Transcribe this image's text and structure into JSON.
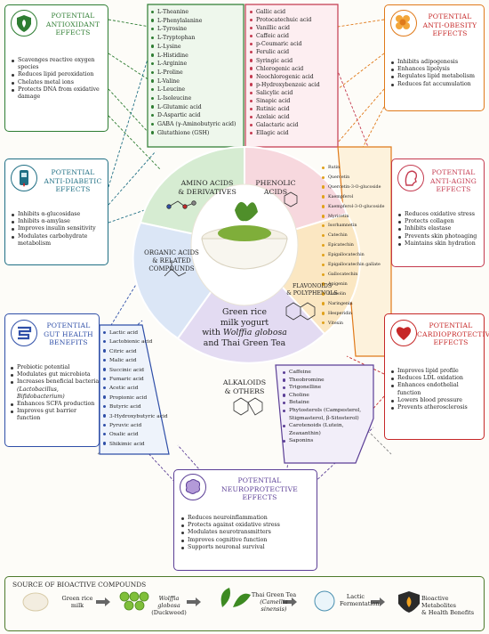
{
  "antioxidant": {
    "title": [
      "POTENTIAL",
      "ANTIOXIDANT",
      "EFFECTS"
    ],
    "items": [
      "Scavenges reactive oxygen species",
      "Reduces lipid peroxidation",
      "Chelates metal ions",
      "Protects DNA from oxidative damage"
    ]
  },
  "antidiabetic": {
    "title": [
      "POTENTIAL",
      "ANTI-DIABETIC",
      "EFFECTS"
    ],
    "items": [
      "Inhibits α-glucosidase",
      "Inhibits α-amylase",
      "Improves insulin sensitivity",
      "Modulates carbohydrate metabolism"
    ]
  },
  "guthealth": {
    "title": [
      "POTENTIAL",
      "GUT HEALTH",
      "BENEFITS"
    ],
    "items": [
      "Prebiotic potential",
      "Modulates gut microbiota",
      "Increases beneficial bacteria",
      "(Lactobacillus, Bifidobacterium)",
      "Enhances SCFA production",
      "Improves gut barrier function"
    ]
  },
  "antiobesity": {
    "title": [
      "POTENTIAL",
      "ANTI-OBESITY",
      "EFFECTS"
    ],
    "items": [
      "Inhibits adipogenesis",
      "Enhances lipolysis",
      "Regulates lipid metabolism",
      "Reduces fat accumulation"
    ]
  },
  "antiaging": {
    "title": [
      "POTENTIAL",
      "ANTI-AGING",
      "EFFECTS"
    ],
    "items": [
      "Reduces oxidative stress",
      "Protects collagen",
      "Inhibits elastase",
      "Prevents skin photoaging",
      "Maintains skin hydration"
    ]
  },
  "cardio": {
    "title": [
      "POTENTIAL",
      "CARDIOPROTECTIVE",
      "EFFECTS"
    ],
    "items": [
      "Improves lipid profile",
      "Reduces LDL oxidation",
      "Enhances endothelial function",
      "Lowers blood pressure",
      "Prevents atherosclerosis"
    ]
  },
  "neuro": {
    "title": [
      "POTENTIAL",
      "NEUROPROTECTIVE",
      "EFFECTS"
    ],
    "items": [
      "Reduces neuroinflammation",
      "Protects against oxidative stress",
      "Modulates neurotransmitters",
      "Improves cognitive function",
      "Supports neuronal survival"
    ]
  },
  "amino_acids": [
    "L-Theanine",
    "L-Phenylalanine",
    "L-Tyrosine",
    "L-Tryptophan",
    "L-Lysine",
    "L-Histidine",
    "L-Arginine",
    "L-Proline",
    "L-Valine",
    "L-Leucine",
    "L-Isoleucine",
    "L-Glutamic acid",
    "D-Aspartic acid",
    "GABA (γ-Aminobutyric acid)",
    "Glutathione (GSH)"
  ],
  "phenolic_acids": [
    "Gallic acid",
    "Protocatechuic acid",
    "Vanillic acid",
    "Caffeic acid",
    "p-Coumaric acid",
    "Ferulic acid",
    "Syringic acid",
    "Chlorogenic acid",
    "Neochlorogenic acid",
    "p-Hydroxybenzoic acid",
    "Salicylic acid",
    "Sinapic acid",
    "Rutinic acid",
    "Azelaic acid",
    "Galactaric acid",
    "Ellagic acid"
  ],
  "flavonoids": [
    "Rutin",
    "Quercetin",
    "Quercetin-3-O-glucoside",
    "Kaempferol",
    "Kaempferol-3-O-glucoside",
    "Myricetin",
    "Isorhamnetin",
    "Catechin",
    "Epicatechin",
    "Epigallocatechin",
    "Epigallocatechin gallate",
    "Gallocatechin",
    "Apigenin",
    "Luteolin",
    "Naringenin",
    "Hesperidin",
    "Vitexin"
  ],
  "organic_acids": [
    "Lactic acid",
    "Lactobionic acid",
    "Citric acid",
    "Malic acid",
    "Succinic acid",
    "Fumaric acid",
    "Acetic acid",
    "Propionic acid",
    "Butyric acid",
    "3-Hydroxybutyric acid",
    "Pyruvic acid",
    "Oxalic acid",
    "Shikimic acid"
  ],
  "alkaloids": [
    "Caffeine",
    "Theobromine",
    "Trigonelline",
    "Choline",
    "Betaine",
    "Phytosterols (Campesterol, Stigmasterol, β-Sitosterol)",
    "Carotenoids (Lutein, Zeaxanthin)",
    "Saponins"
  ],
  "segments": {
    "amino": [
      "AMINO ACIDS",
      "& DERIVATIVES"
    ],
    "phenolic": [
      "PHENOLIC",
      "ACIDS"
    ],
    "flavonoids": [
      "FLAVONOIDS",
      "& POLYPHENOLS"
    ],
    "organic": [
      "ORGANIC ACIDS",
      "& RELATED",
      "COMPOUNDS"
    ],
    "alkaloids": [
      "ALKALOIDS",
      "& OTHERS"
    ]
  },
  "center": {
    "line1": "Green rice",
    "line2": "milk yogurt",
    "line3a": "with ",
    "line3b": "Wolffia globosa",
    "line4": "and Thai Green Tea"
  },
  "footer": {
    "title": "SOURCE OF BIOACTIVE COMPOUNDS",
    "items": [
      {
        "l1": "Green rice",
        "l2": "milk"
      },
      {
        "l1": "Wolffia globosa",
        "l2": "(Duckweed)"
      },
      {
        "l1": "Thai Green Tea",
        "l2": "(Camellia sinensis)"
      },
      {
        "l1": "Lactic",
        "l2": "Fermentation"
      },
      {
        "l1": "Bioactive Metabolites",
        "l2": "& Health Benefits"
      }
    ]
  },
  "colors": {
    "green": "#2e7d32",
    "teal": "#1f6f84",
    "blue": "#2f4fa8",
    "orange": "#e07a1a",
    "rose": "#c43a4f",
    "red": "#c62828",
    "purple": "#5b3e96",
    "olive": "#4e7a2c",
    "seg_amino": "#d6ecd2",
    "seg_phenol": "#f7d8de",
    "seg_flav": "#fbe7c2",
    "seg_org": "#dbe6f6",
    "seg_alk": "#e3dbf2"
  },
  "icons": {
    "antioxidant": "shield-leaf-icon",
    "antidiabetic": "glucometer-icon",
    "guthealth": "intestine-icon",
    "antiobesity": "fat-cells-icon",
    "antiaging": "face-profile-icon",
    "cardio": "heart-icon",
    "neuro": "brain-icon"
  }
}
